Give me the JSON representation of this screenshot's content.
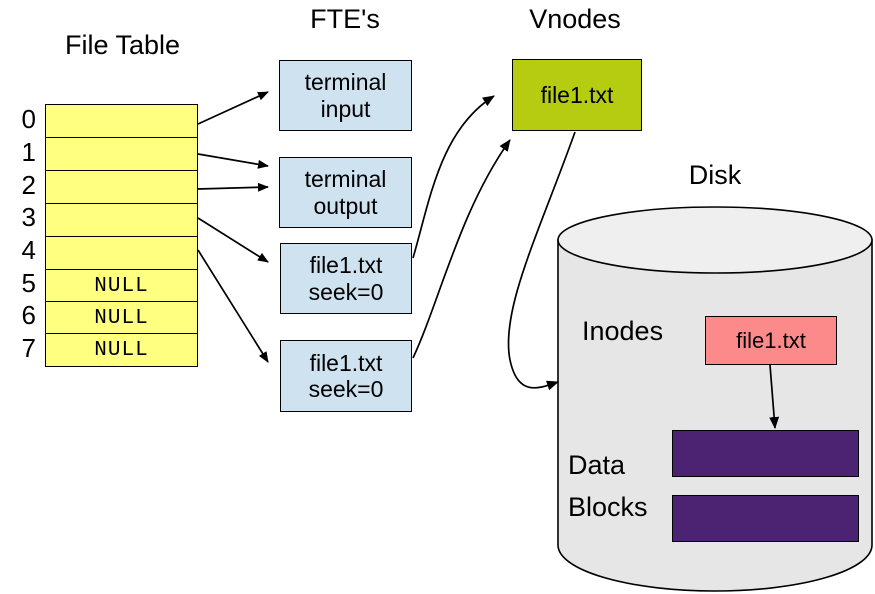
{
  "diagram": {
    "title_file_table": "File Table",
    "title_ftes": "FTE's",
    "title_vnodes": "Vnodes",
    "title_disk": "Disk",
    "label_inodes": "Inodes",
    "label_data": "Data",
    "label_blocks": "Blocks"
  },
  "file_table": {
    "row_labels": [
      "0",
      "1",
      "2",
      "3",
      "4",
      "5",
      "6",
      "7"
    ],
    "rows": [
      {
        "index": "0",
        "value": ""
      },
      {
        "index": "1",
        "value": ""
      },
      {
        "index": "2",
        "value": ""
      },
      {
        "index": "3",
        "value": ""
      },
      {
        "index": "4",
        "value": ""
      },
      {
        "index": "5",
        "value": "NULL"
      },
      {
        "index": "6",
        "value": "NULL"
      },
      {
        "index": "7",
        "value": "NULL"
      }
    ]
  },
  "ftes": [
    {
      "line1": "terminal",
      "line2": "input"
    },
    {
      "line1": "terminal",
      "line2": "output"
    },
    {
      "line1": "file1.txt",
      "line2": "seek=0"
    },
    {
      "line1": "file1.txt",
      "line2": "seek=0"
    }
  ],
  "vnodes": [
    {
      "name": "file1.txt"
    }
  ],
  "disk": {
    "inode": {
      "name": "file1.txt"
    },
    "data_blocks": [
      "",
      ""
    ]
  },
  "colors": {
    "file_table_fill": "#ffff80",
    "fte_fill": "#cfe2f0",
    "vnode_fill": "#b5cc10",
    "inode_fill": "#fc8a8a",
    "datablock_fill": "#4c2273",
    "disk_body_fill": "#e6e6e6",
    "disk_top_fill": "#efefef",
    "stroke": "#000000"
  }
}
